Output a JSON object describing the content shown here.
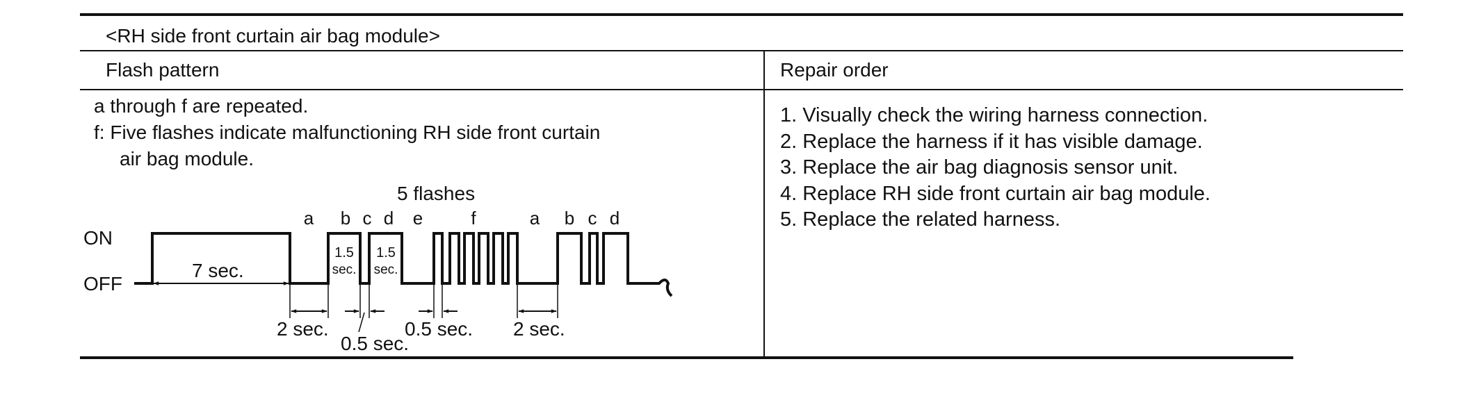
{
  "section_title": "<RH side front curtain air bag module>",
  "columns": {
    "flash_pattern": "Flash pattern",
    "repair_order": "Repair order"
  },
  "description": {
    "line1": "a through f are repeated.",
    "line2": "f: Five flashes indicate malfunctioning RH side front curtain",
    "line3": "air bag module."
  },
  "diagram": {
    "flash_count_label": "5 flashes",
    "on_label": "ON",
    "off_label": "OFF",
    "segment_labels": [
      "a",
      "b",
      "c",
      "d",
      "e",
      "f",
      "a",
      "b",
      "c",
      "d"
    ],
    "durations": {
      "a_on": "7 sec.",
      "b_pulse_1": "1.5",
      "b_pulse_2": "sec.",
      "d_pulse_1": "1.5",
      "d_pulse_2": "sec.",
      "gap_a": "2 sec.",
      "gap_c": "0.5 sec.",
      "gap_e": "0.5 sec.",
      "gap_a2": "2 sec."
    }
  },
  "repair_steps": [
    "1. Visually check the wiring harness connection.",
    "2. Replace the harness if it has visible damage.",
    "3. Replace the air bag diagnosis sensor unit.",
    "4. Replace RH side front curtain air bag module.",
    "5. Replace the related harness."
  ]
}
